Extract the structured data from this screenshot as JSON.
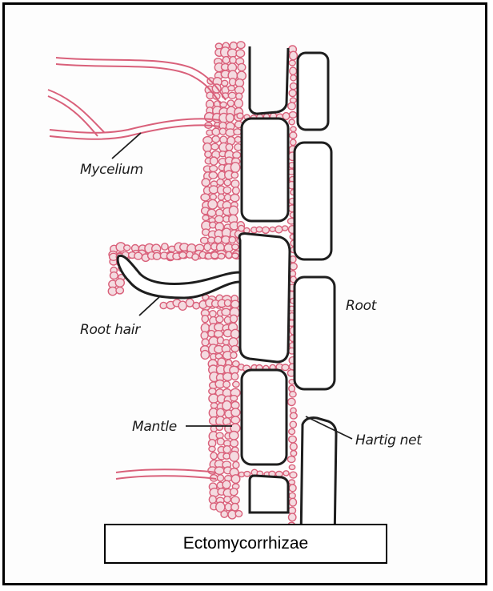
{
  "diagram": {
    "caption": "Ectomycorrhizae",
    "labels": {
      "mycelium": "Mycelium",
      "root_hair": "Root hair",
      "root": "Root",
      "mantle": "Mantle",
      "hartig_net": "Hartig net"
    },
    "colors": {
      "hyphae_stroke": "#d9607a",
      "hyphae_fill": "#f4dbe0",
      "cell_stroke": "#1e1e1e",
      "cell_fill": "#ffffff"
    }
  }
}
